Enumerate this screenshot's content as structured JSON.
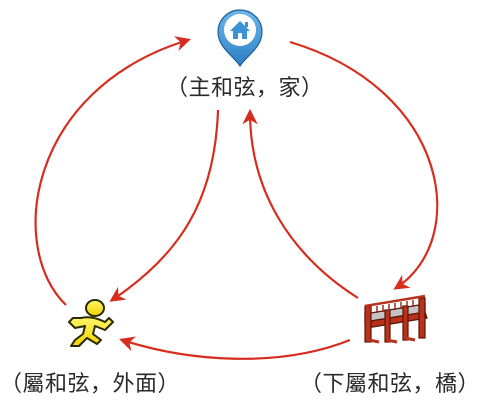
{
  "nodes": {
    "home": {
      "label": "（主和弦，家）",
      "icon": "home-pin-icon"
    },
    "outside": {
      "label": "（屬和弦，外面）",
      "icon": "running-person-icon"
    },
    "bridge": {
      "label": "（下屬和弦，橋）",
      "icon": "bridge-icon"
    }
  },
  "arrows": [
    {
      "from": "outside",
      "to": "home"
    },
    {
      "from": "home",
      "to": "bridge"
    },
    {
      "from": "home",
      "to": "outside"
    },
    {
      "from": "bridge",
      "to": "home"
    },
    {
      "from": "bridge",
      "to": "outside"
    }
  ],
  "colors": {
    "arrow": "#d62d1f",
    "pin": "#3b93d6",
    "runner": "#f6e500",
    "bridge": "#b8321c"
  }
}
